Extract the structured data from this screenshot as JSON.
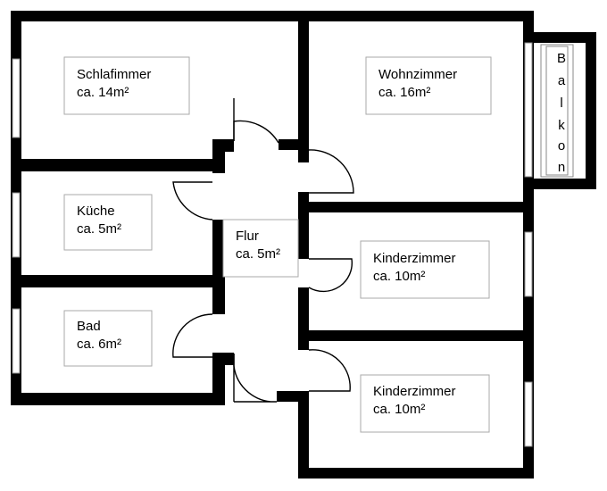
{
  "rooms": {
    "schlafzimmer": {
      "name": "Schlafimmer",
      "area": "ca. 14m²"
    },
    "wohnzimmer": {
      "name": "Wohnzimmer",
      "area": "ca. 16m²"
    },
    "kueche": {
      "name": "Küche",
      "area": "ca. 5m²"
    },
    "flur": {
      "name": "Flur",
      "area": "ca. 5m²"
    },
    "kinderzimmer1": {
      "name": "Kinderzimmer",
      "area": "ca. 10m²"
    },
    "bad": {
      "name": "Bad",
      "area": "ca. 6m²"
    },
    "kinderzimmer2": {
      "name": "Kinderzimmer",
      "area": "ca. 10m²"
    }
  },
  "balkon": {
    "letters": [
      "B",
      "a",
      "l",
      "k",
      "o",
      "n"
    ]
  }
}
